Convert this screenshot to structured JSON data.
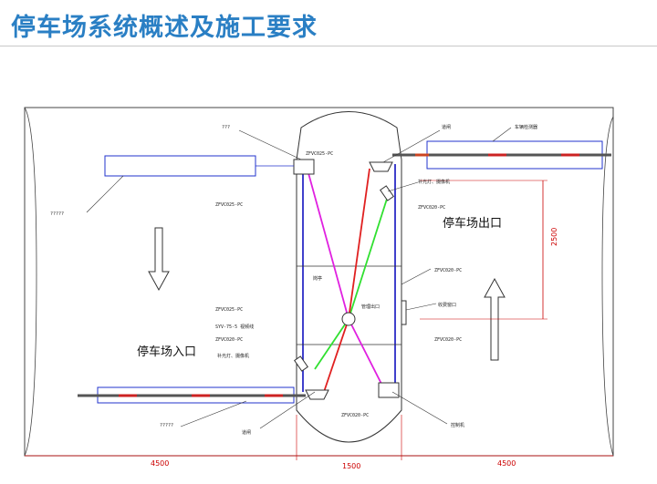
{
  "title": "停车场系统概述及施工要求",
  "diagram": {
    "labels": {
      "top_cam": "???",
      "left_note": "?????",
      "barrier_top": "道闸",
      "vehicle_detector": "车辆检测器",
      "fill_light_top": "补光灯、摄像机",
      "exit_zone": "停车场出口",
      "entry_zone": "停车场入口",
      "booth": "岗亭",
      "mgmt_exit": "管理出口",
      "pay_exit": "收费窗口",
      "fill_light_bottom": "补光灯、摄像机",
      "barrier_bottom": "道闸",
      "bottom_note": "?????",
      "controller": "控制机",
      "cable_1": "ZFVC025-PC",
      "cable_2": "ZFVC025-PC",
      "cable_3": "ZFVC020-PC",
      "cable_4": "ZFVC020-PC",
      "cable_5": "ZFVC025-PC",
      "cable_6": "ZFVC020-PC",
      "cable_7": "ZFVC020-PC",
      "video_cable": "SYV-75-5 视频线",
      "rs485": "ZFVC020-PC"
    },
    "dimensions": {
      "left": "4500",
      "middle": "1500",
      "right": "4500",
      "vertical": "2500"
    },
    "colors": {
      "wire_red": "#e02020",
      "wire_green": "#30e030",
      "wire_magenta": "#e020e0",
      "wire_blue": "#1010c0",
      "frame": "#2a7fc4"
    }
  }
}
